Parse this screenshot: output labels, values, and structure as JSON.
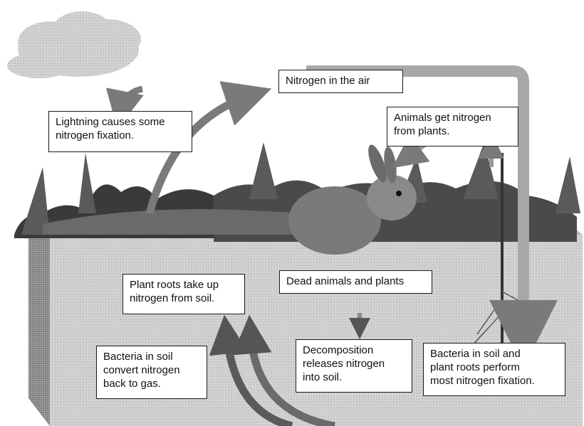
{
  "labels": {
    "nitrogen_air": [
      "Nitrogen in the air"
    ],
    "lightning": [
      "Lightning causes some",
      "nitrogen fixation."
    ],
    "animals": [
      "Animals get nitrogen",
      "from plants."
    ],
    "plant_roots": [
      "Plant roots take up",
      "nitrogen from soil."
    ],
    "dead": [
      "Dead animals and plants"
    ],
    "decomposition": [
      "Decomposition",
      "releases nitrogen",
      "into soil."
    ],
    "bacteria_gas": [
      "Bacteria in soil",
      "convert nitrogen",
      "back to gas."
    ],
    "bacteria_fix": [
      "Bacteria in soil and",
      "plant roots perform",
      "most nitrogen fixation."
    ]
  },
  "colors": {
    "arrow": "#7a7a7a",
    "soil": "#cfcfcf",
    "cloud": "#bdbdbd",
    "vegetation": "#3a3a3a"
  }
}
